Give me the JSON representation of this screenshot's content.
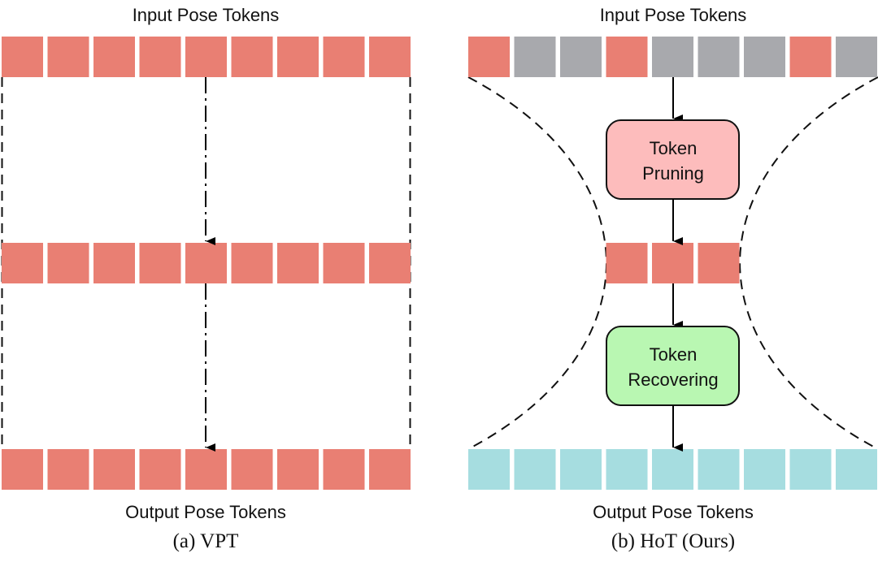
{
  "colors": {
    "token_active": "#e97f73",
    "token_pruned": "#a8a9ad",
    "token_output": "#a6dde0",
    "pruning_box": "#fdbcbc",
    "recovering_box": "#b9f7b2"
  },
  "vpt": {
    "input_label": "Input Pose Tokens",
    "output_label": "Output Pose Tokens",
    "caption": "(a) VPT",
    "rows": [
      [
        "active",
        "active",
        "active",
        "active",
        "active",
        "active",
        "active",
        "active",
        "active"
      ],
      [
        "active",
        "active",
        "active",
        "active",
        "active",
        "active",
        "active",
        "active",
        "active"
      ],
      [
        "active",
        "active",
        "active",
        "active",
        "active",
        "active",
        "active",
        "active",
        "active"
      ]
    ]
  },
  "hot": {
    "input_label": "Input Pose Tokens",
    "output_label": "Output Pose Tokens",
    "caption": "(b) HoT (Ours)",
    "input_row": [
      "active",
      "pruned",
      "pruned",
      "active",
      "pruned",
      "pruned",
      "pruned",
      "active",
      "pruned"
    ],
    "middle_row": [
      "active",
      "active",
      "active"
    ],
    "output_row": [
      "output",
      "output",
      "output",
      "output",
      "output",
      "output",
      "output",
      "output",
      "output"
    ],
    "pruning": {
      "line1": "Token",
      "line2": "Pruning"
    },
    "recovering": {
      "line1": "Token",
      "line2": "Recovering"
    }
  }
}
